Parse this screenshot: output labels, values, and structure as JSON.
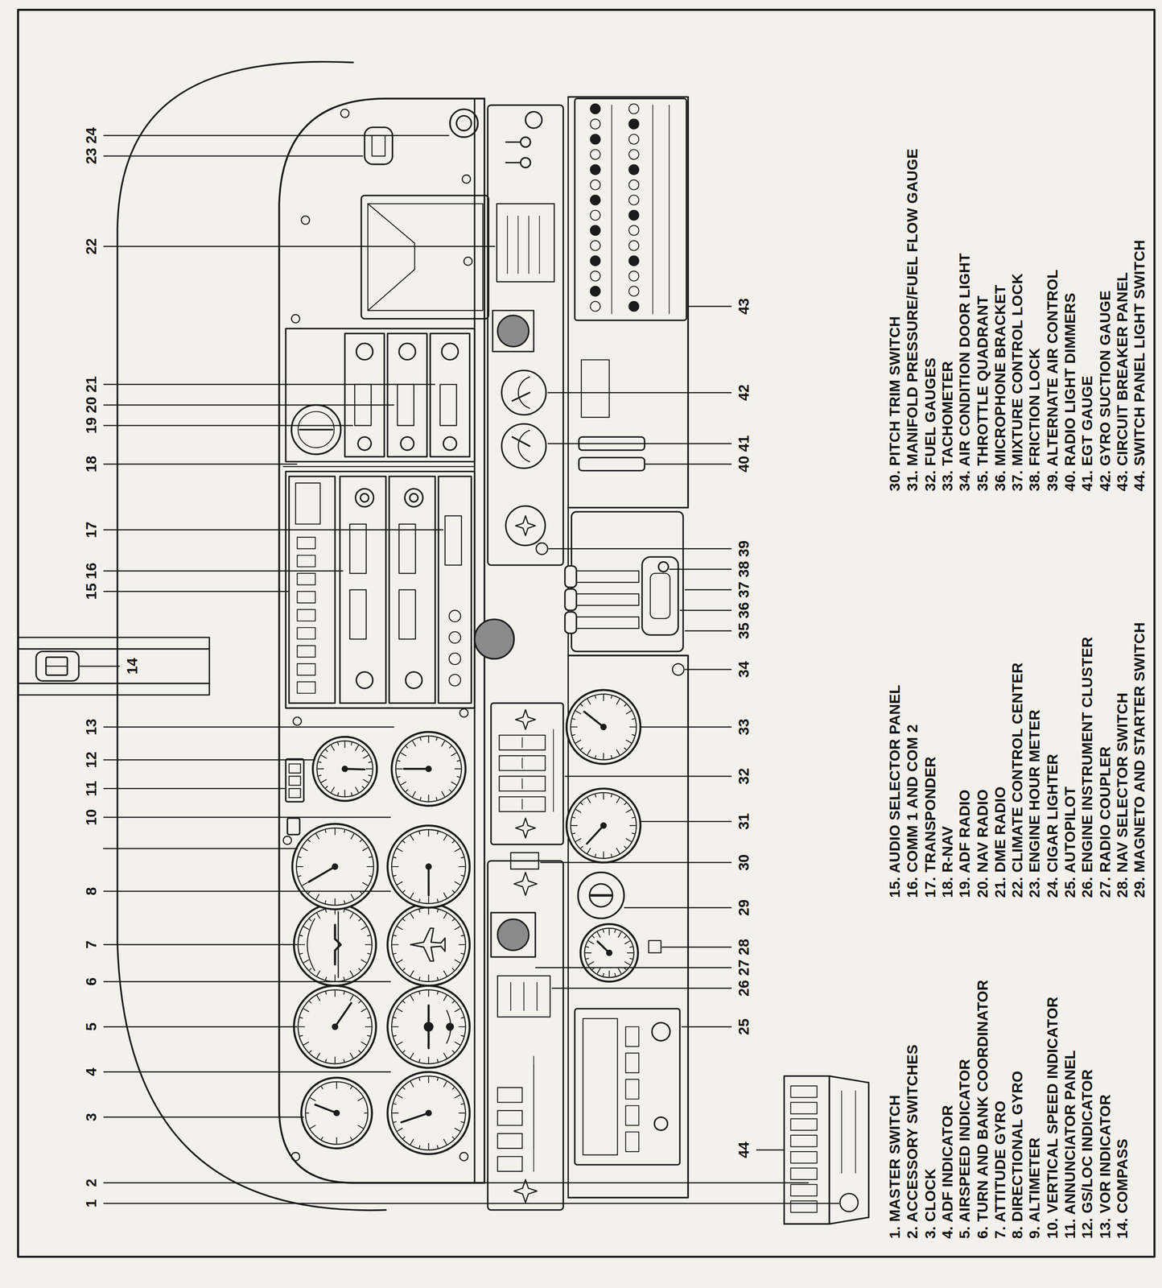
{
  "diagram": {
    "labels": [
      "1",
      "2",
      "3",
      "4",
      "5",
      "6",
      "7",
      "8",
      "10",
      "11",
      "12",
      "13",
      "14",
      "15",
      "16",
      "17",
      "18",
      "19",
      "20",
      "21",
      "22",
      "23",
      "24",
      "25",
      "26",
      "27",
      "28",
      "29",
      "30",
      "31",
      "32",
      "33",
      "34",
      "35",
      "36",
      "37",
      "38",
      "39",
      "40",
      "41",
      "42",
      "43",
      "44",
      "1. MASTER SWITCH",
      "2. ACCESSORY SWITCHES",
      "3. CLOCK",
      "4. ADF INDICATOR",
      "5. AIRSPEED INDICATOR",
      "6. TURN AND BANK COORDINATOR",
      "7. ATTITUDE GYRO",
      "8. DIRECTIONAL GYRO",
      "9. ALTIMETER",
      "10. VERTICAL SPEED INDICATOR",
      "11. ANNUNCIATOR PANEL",
      "12. GS/LOC INDICATOR",
      "13. VOR INDICATOR",
      "14. COMPASS",
      "15. AUDIO SELECTOR PANEL",
      "16. COMM 1 AND COM 2",
      "17. TRANSPONDER",
      "18. R-NAV",
      "19. ADF RADIO",
      "20. NAV RADIO",
      "21. DME RADIO",
      "22. CLIMATE CONTROL CENTER",
      "23. ENGINE HOUR METER",
      "24. CIGAR LIGHTER",
      "25. AUTOPILOT",
      "26. ENGINE INSTRUMENT CLUSTER",
      "27. RADIO COUPLER",
      "28. NAV SELECTOR SWITCH",
      "29. MAGNETO AND STARTER SWITCH",
      "30. PITCH TRIM SWITCH",
      "31. MANIFOLD PRESSURE/FUEL FLOW GAUGE",
      "32. FUEL GAUGES",
      "33. TACHOMETER",
      "34. AIR CONDITION DOOR LIGHT",
      "35. THROTTLE QUADRANT",
      "36. MICROPHONE BRACKET",
      "37. MIXTURE CONTROL LOCK",
      "38. FRICTION LOCK",
      "39. ALTERNATE AIR CONTROL",
      "40. RADIO LIGHT DIMMERS",
      "41. EGT GAUGE",
      "42. GYRO SUCTION GAUGE",
      "43. CIRCUIT BREAKER PANEL",
      "44. SWITCH PANEL LIGHT SWITCH"
    ]
  }
}
